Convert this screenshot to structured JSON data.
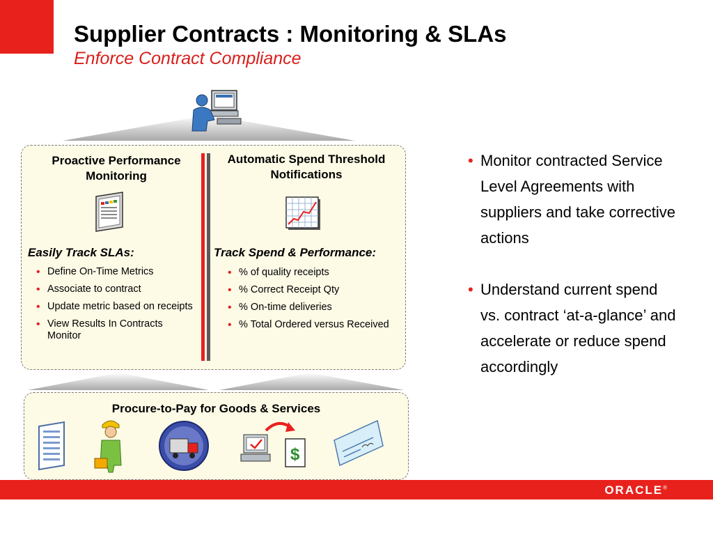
{
  "slide": {
    "title": "Supplier Contracts : Monitoring & SLAs",
    "subtitle": "Enforce Contract Compliance"
  },
  "left_column": {
    "heading": "Proactive Performance Monitoring",
    "section_title": "Easily Track SLAs:",
    "items": [
      "Define On-Time Metrics",
      "Associate to contract",
      "Update metric based on receipts",
      "View Results In Contracts Monitor"
    ]
  },
  "right_column": {
    "heading": "Automatic Spend Threshold Notifications",
    "section_title": "Track Spend & Performance:",
    "items": [
      "% of quality receipts",
      "% Correct Receipt Qty",
      "% On-time deliveries",
      "% Total Ordered versus Received"
    ]
  },
  "bottom_panel": {
    "heading": "Procure-to-Pay for Goods & Services",
    "icons": [
      "document-list-icon",
      "worker-icon",
      "delivery-truck-icon",
      "computer-payment-icon",
      "check-icon"
    ]
  },
  "right_bullets": [
    "Monitor contracted Service Level Agreements with suppliers and take corrective actions",
    "Understand current spend vs. contract ‘at-a-glance’ and accelerate or reduce spend accordingly"
  ],
  "footer": {
    "logo_text": "ORACLE"
  },
  "colors": {
    "accent_red": "#e8211d",
    "panel_fill": "#fdfae6",
    "divider_grey": "#5a5a5a"
  }
}
